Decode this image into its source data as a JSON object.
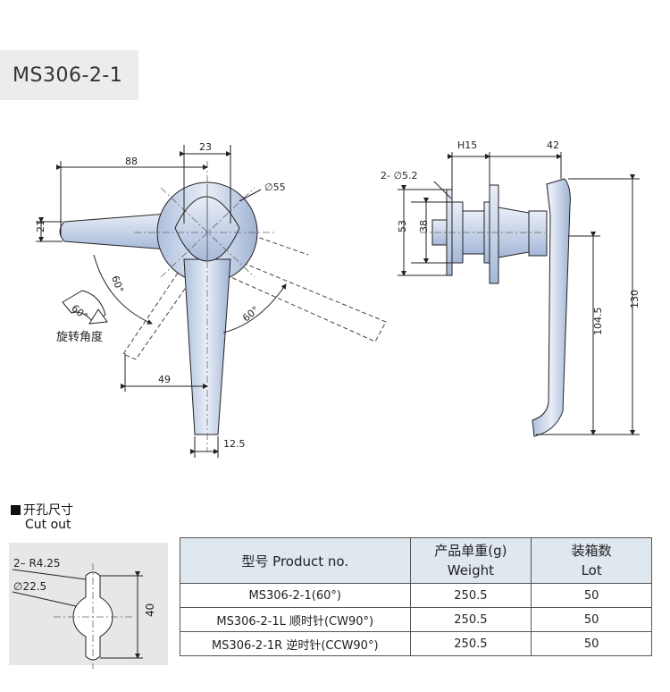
{
  "model_title": "MS306-2-1",
  "front_view": {
    "dim_88": "88",
    "dim_23": "23",
    "dim_dia55": "∅55",
    "dim_21": "21",
    "dim_49": "49",
    "dim_12_5": "12.5",
    "angle_left": "60°",
    "angle_right": "60°",
    "rotation_badge": "60°",
    "rotation_label": "旋转角度"
  },
  "side_view": {
    "dim_h15": "H15",
    "dim_42": "42",
    "dim_hole": "2- ∅5.2",
    "dim_53": "53",
    "dim_38": "38",
    "dim_104_5": "104.5",
    "dim_130": "130"
  },
  "cutout": {
    "heading": "开孔尺寸",
    "heading_en": "Cut out",
    "dim_r": "2– R4.25",
    "dim_dia": "∅22.5",
    "dim_40": "40"
  },
  "table": {
    "headers": {
      "product": "型号 Product no.",
      "weight_cn": "产品单重(g)",
      "weight_en": "Weight",
      "lot_cn": "装箱数",
      "lot_en": "Lot"
    },
    "rows": [
      {
        "product": "MS306-2-1(60°)",
        "weight": "250.5",
        "lot": "50"
      },
      {
        "product": "MS306-2-1L 顺时针(CW90°)",
        "weight": "250.5",
        "lot": "50"
      },
      {
        "product": "MS306-2-1R 逆时针(CCW90°)",
        "weight": "250.5",
        "lot": "50"
      }
    ]
  }
}
